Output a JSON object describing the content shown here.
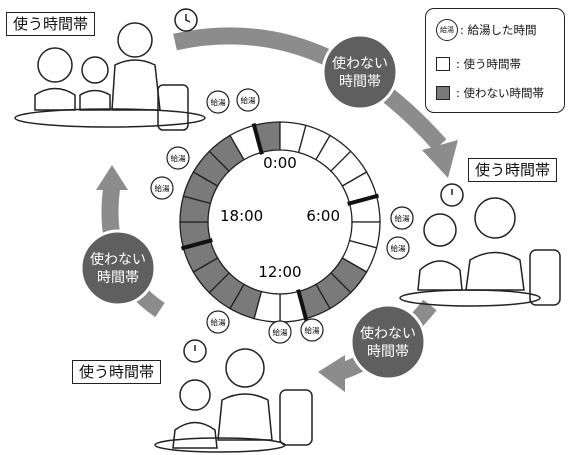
{
  "legend": {
    "bubble_text": "給湯",
    "kyuto_label": ": 給湯した時間",
    "use_label": ": 使う時間帯",
    "unused_label": ": 使わない時間帯"
  },
  "clock": {
    "t0": "0:00",
    "t6": "6:00",
    "t12": "12:00",
    "t18": "18:00"
  },
  "segments_used": [
    false,
    true,
    true,
    true,
    true,
    true,
    true,
    true,
    true,
    false,
    false,
    false,
    true,
    true,
    false,
    false,
    false,
    false,
    false,
    false,
    false,
    false,
    false,
    true
  ],
  "kyuto_bubble_text": "給湯",
  "kyuto_count": 10,
  "scenes": {
    "top_left": "使う時間帯",
    "right": "使う時間帯",
    "bottom": "使う時間帯"
  },
  "arrows": {
    "top": [
      "使わない",
      "時間帯"
    ],
    "left": [
      "使わない",
      "時間帯"
    ],
    "right": [
      "使わない",
      "時間帯"
    ]
  },
  "colors": {
    "unused_fill": "#7a7a7a",
    "used_fill": "#ffffff",
    "arrow": "#8c8c8c",
    "arrow_label_bg": "#5f5f5f"
  }
}
